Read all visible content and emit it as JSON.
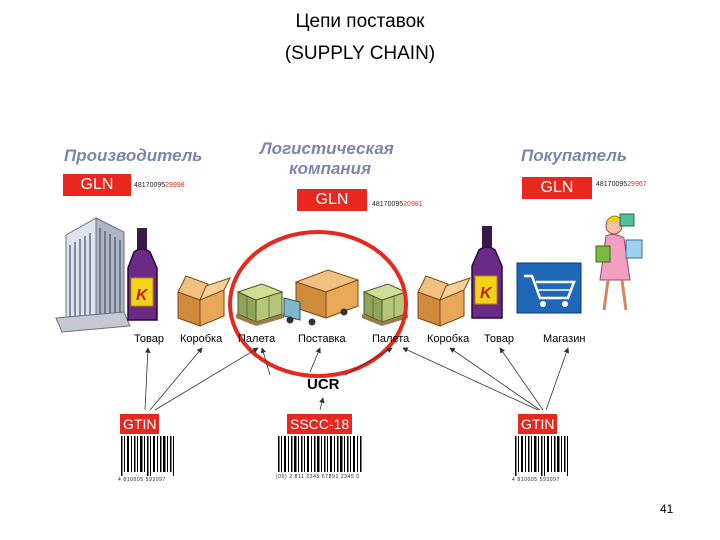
{
  "title": {
    "line1": "Цепи поставок",
    "line2": "(SUPPLY   CHAIN)"
  },
  "parties": {
    "manufacturer": {
      "name": "Производитель",
      "code": "GLN",
      "number_prefix": "48170095",
      "number_suffix": "29998"
    },
    "logistics": {
      "name_line1": "Логистическая",
      "name_line2": "компания",
      "code": "GLN",
      "number_prefix": "48170095",
      "number_suffix": "20981"
    },
    "buyer": {
      "name": "Покупатель",
      "code": "GLN",
      "number_prefix": "48170095",
      "number_suffix": "29967"
    }
  },
  "chain_labels": [
    "Товар",
    "Коробка",
    "Палета",
    "Поставка",
    "Палета",
    "Коробка",
    "Товар",
    "Магазин"
  ],
  "ucr": "UCR",
  "codes": [
    {
      "label": "GTIN",
      "digits": "4 810005 593097"
    },
    {
      "label": "SSCC-18",
      "digits": "(00) 2 811 2345 67891 2345 0"
    },
    {
      "label": "GTIN",
      "digits": "4 810005 593097"
    }
  ],
  "colors": {
    "accent_red": "#e8281e",
    "party_text": "#7c86ad"
  },
  "page_number": "41"
}
